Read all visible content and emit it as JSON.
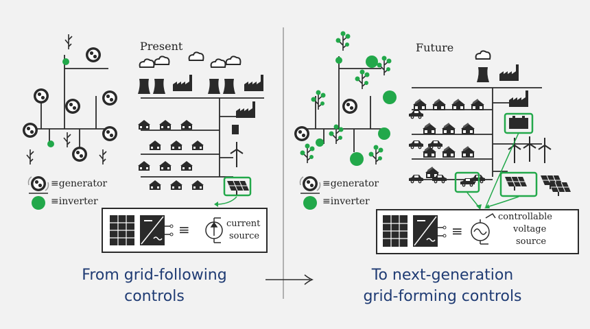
{
  "present": {
    "title": "Present",
    "legend_generator": "generator",
    "legend_inverter": "inverter",
    "box_label_line1": "current",
    "box_label_line2": "source",
    "caption_line1": "From grid-following",
    "caption_line2": "controls"
  },
  "future": {
    "title": "Future",
    "legend_generator": "generator",
    "legend_inverter": "inverter",
    "box_label_line1": "controllable",
    "box_label_line2": "voltage",
    "box_label_line3": "source",
    "caption_line1": "To next-generation",
    "caption_line2": "grid-forming controls"
  },
  "symbols": {
    "equiv": "≡"
  },
  "colors": {
    "background": "#f2f2f2",
    "ink": "#2a2a2a",
    "green": "#22a84a",
    "caption": "#1f3b73"
  }
}
